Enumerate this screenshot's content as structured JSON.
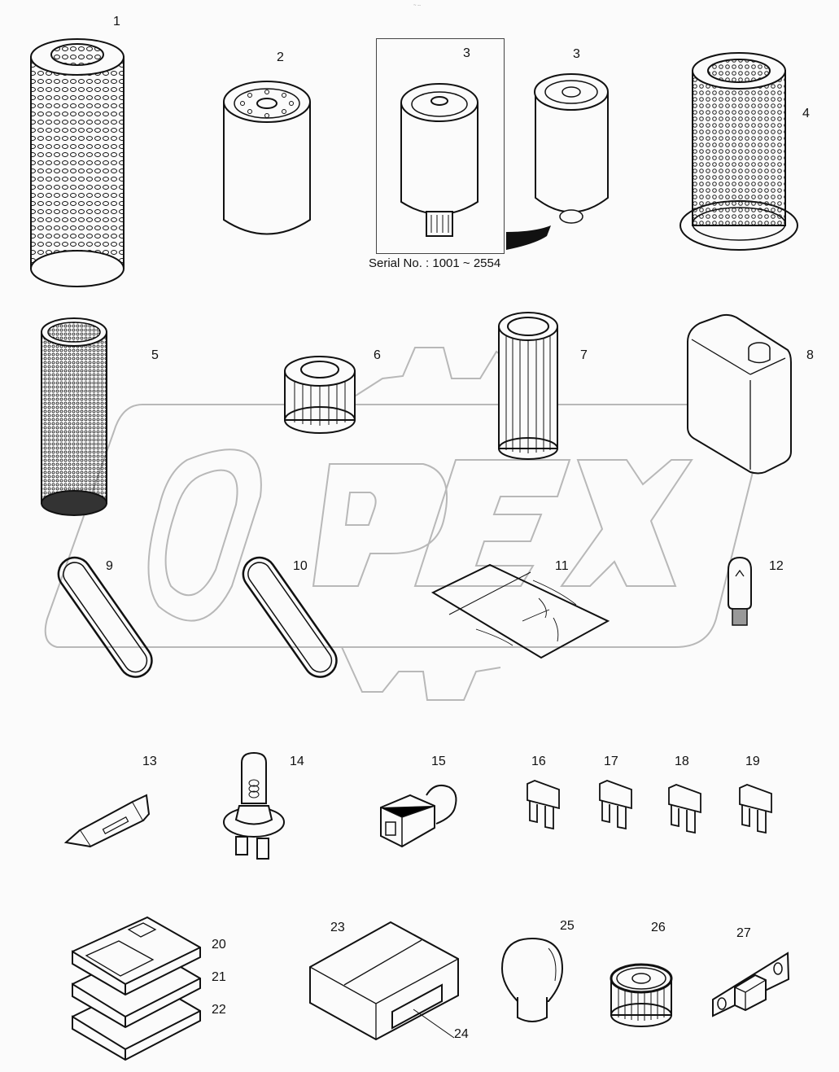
{
  "diagram": {
    "title_mark": "~ --",
    "watermark": {
      "text": "OPEX",
      "color": "#b8b8b8"
    },
    "serial_note": "Serial No. : 1001 ~ 2554",
    "colors": {
      "line": "#111111",
      "background": "#fbfbfb",
      "watermark": "#b8b8b8"
    },
    "parts": [
      {
        "id": "1",
        "label": "1",
        "icon": "perforated-cylinder-filter-icon"
      },
      {
        "id": "2",
        "label": "2",
        "icon": "spin-on-oil-filter-icon"
      },
      {
        "id": "3a",
        "label": "3",
        "icon": "fuel-filter-with-drain-icon"
      },
      {
        "id": "3b",
        "label": "3",
        "icon": "spin-on-fuel-filter-icon"
      },
      {
        "id": "4",
        "label": "4",
        "icon": "flanged-air-filter-icon"
      },
      {
        "id": "5",
        "label": "5",
        "icon": "mesh-cylinder-filter-icon"
      },
      {
        "id": "6",
        "label": "6",
        "icon": "short-pleated-filter-icon"
      },
      {
        "id": "7",
        "label": "7",
        "icon": "long-pleated-filter-icon"
      },
      {
        "id": "8",
        "label": "8",
        "icon": "fluid-canister-icon"
      },
      {
        "id": "9",
        "label": "9",
        "icon": "drive-belt-icon"
      },
      {
        "id": "10",
        "label": "10",
        "icon": "drive-belt-icon"
      },
      {
        "id": "11",
        "label": "11",
        "icon": "plastic-bag-icon"
      },
      {
        "id": "12",
        "label": "12",
        "icon": "wedge-bulb-icon"
      },
      {
        "id": "13",
        "label": "13",
        "icon": "festoon-bulb-icon"
      },
      {
        "id": "14",
        "label": "14",
        "icon": "halogen-bulb-icon"
      },
      {
        "id": "15",
        "label": "15",
        "icon": "connector-plug-icon"
      },
      {
        "id": "16",
        "label": "16",
        "icon": "blade-fuse-icon"
      },
      {
        "id": "17",
        "label": "17",
        "icon": "blade-fuse-icon"
      },
      {
        "id": "18",
        "label": "18",
        "icon": "blade-fuse-icon"
      },
      {
        "id": "19",
        "label": "19",
        "icon": "blade-fuse-icon"
      },
      {
        "id": "20",
        "label": "20",
        "icon": "manual-book-icon"
      },
      {
        "id": "21",
        "label": "21",
        "icon": "manual-book-icon"
      },
      {
        "id": "22",
        "label": "22",
        "icon": "manual-book-icon"
      },
      {
        "id": "23",
        "label": "23",
        "icon": "box-icon"
      },
      {
        "id": "24",
        "label": "24",
        "icon": "box-label-icon"
      },
      {
        "id": "25",
        "label": "25",
        "icon": "round-bulb-icon"
      },
      {
        "id": "26",
        "label": "26",
        "icon": "cartridge-filter-icon"
      },
      {
        "id": "27",
        "label": "27",
        "icon": "bolt-on-fuse-icon"
      }
    ]
  }
}
